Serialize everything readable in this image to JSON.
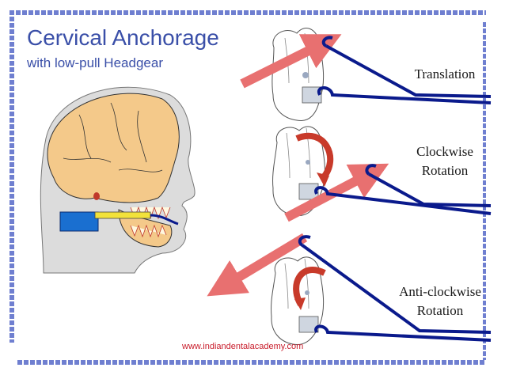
{
  "title": "Cervical Anchorage",
  "subtitle": "with low-pull Headgear",
  "labels": {
    "translation": "Translation",
    "clockwise_line1": "Clockwise",
    "clockwise_line2": "Rotation",
    "anticlockwise_line1": "Anti-clockwise",
    "anticlockwise_line2": "Rotation"
  },
  "footer": "www.indiandentalacademy.com",
  "colors": {
    "title": "#3a4fa8",
    "border": "#6f7fd0",
    "arrow": "#e87070",
    "rotation_arrow": "#c83a2a",
    "wire": "#0a1a8c",
    "footer": "#c81b2a",
    "skull": "#f4c98a",
    "head": "#dcdcdc"
  }
}
